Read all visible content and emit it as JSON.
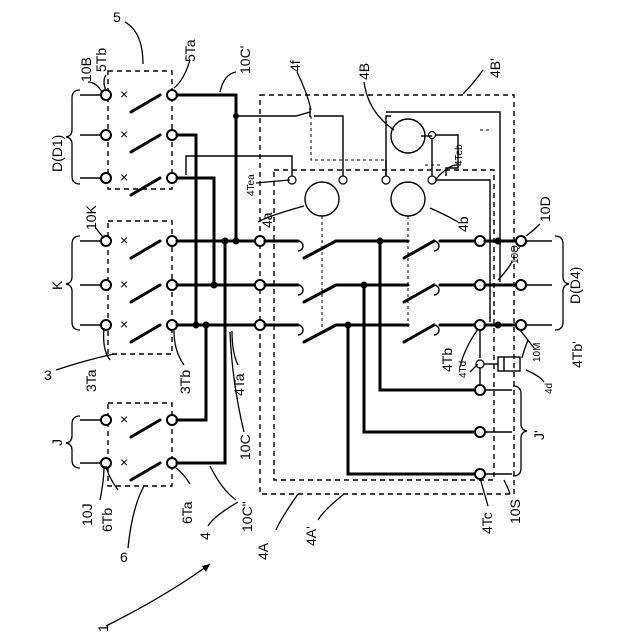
{
  "labels": {
    "fig": "1",
    "l_5": "5",
    "l_10B": "10B",
    "l_5Tb": "5Tb",
    "l_5Ta": "5Ta",
    "l_10C1": "10C'",
    "l_D": "D(D1)",
    "l_4f": "4f",
    "l_4B": "4B",
    "l_4B1": "4B'",
    "l_4Tea": "4Tea",
    "l_4Teb": "4Teb",
    "l_4a": "4a",
    "l_4b": "4b",
    "l_10K": "10K",
    "l_K": "K",
    "l_10D": "10D",
    "l_10Q": "10Q",
    "l_DD4": "D(D4)",
    "l_3Ta": "3Ta",
    "l_3": "3",
    "l_3Tb": "3Tb",
    "l_4Ta": "4Ta",
    "l_10C": "10C",
    "l_4Tb": "4Tb",
    "l_4Td": "4Td",
    "l_10M": "10M",
    "l_4d": "4d",
    "l_4Tb1": "4Tb'",
    "l_J": "J",
    "l_J1": "J'",
    "l_10J": "10J",
    "l_6Tb": "6Tb",
    "l_6Ta": "6Ta",
    "l_10C2": "10C\"",
    "l_6": "6",
    "l_4": "4",
    "l_4A": "4A",
    "l_4A1": "4A'",
    "l_4Tc": "4Tc",
    "l_10S": "10S"
  }
}
